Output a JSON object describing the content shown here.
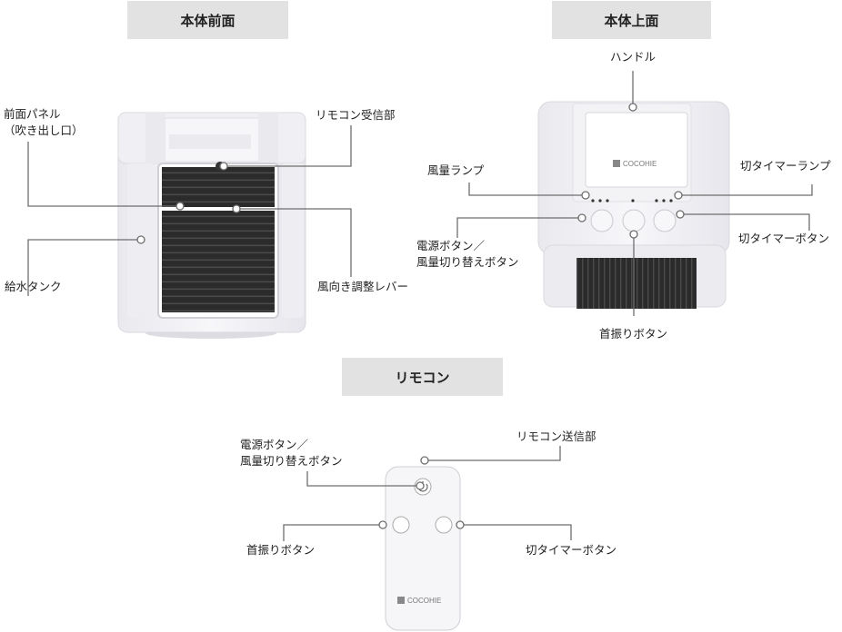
{
  "sections": {
    "front": "本体前面",
    "top": "本体上面",
    "remote": "リモコン"
  },
  "front_labels": {
    "panel_line1": "前面パネル",
    "panel_line2": "（吹き出し口）",
    "remote_receiver": "リモコン受信部",
    "water_tank": "給水タンク",
    "louver": "風向き調整レバー"
  },
  "top_labels": {
    "handle": "ハンドル",
    "fan_lamp": "風量ランプ",
    "timer_lamp": "切タイマーランプ",
    "power_line1": "電源ボタン／",
    "power_line2": "風量切り替えボタン",
    "timer_button": "切タイマーボタン",
    "swing_button": "首振りボタン",
    "brand": "COCOHIE"
  },
  "remote_labels": {
    "power_line1": "電源ボタン／",
    "power_line2": "風量切り替えボタン",
    "transmitter": "リモコン送信部",
    "swing_button": "首振りボタン",
    "timer_button": "切タイマーボタン",
    "brand": "COCOHIE"
  },
  "colors": {
    "leader": "#6e6e6e",
    "header_bg": "#e2e2e2",
    "device_body": "#f4f4f7",
    "grille": "#2a2a2a"
  }
}
